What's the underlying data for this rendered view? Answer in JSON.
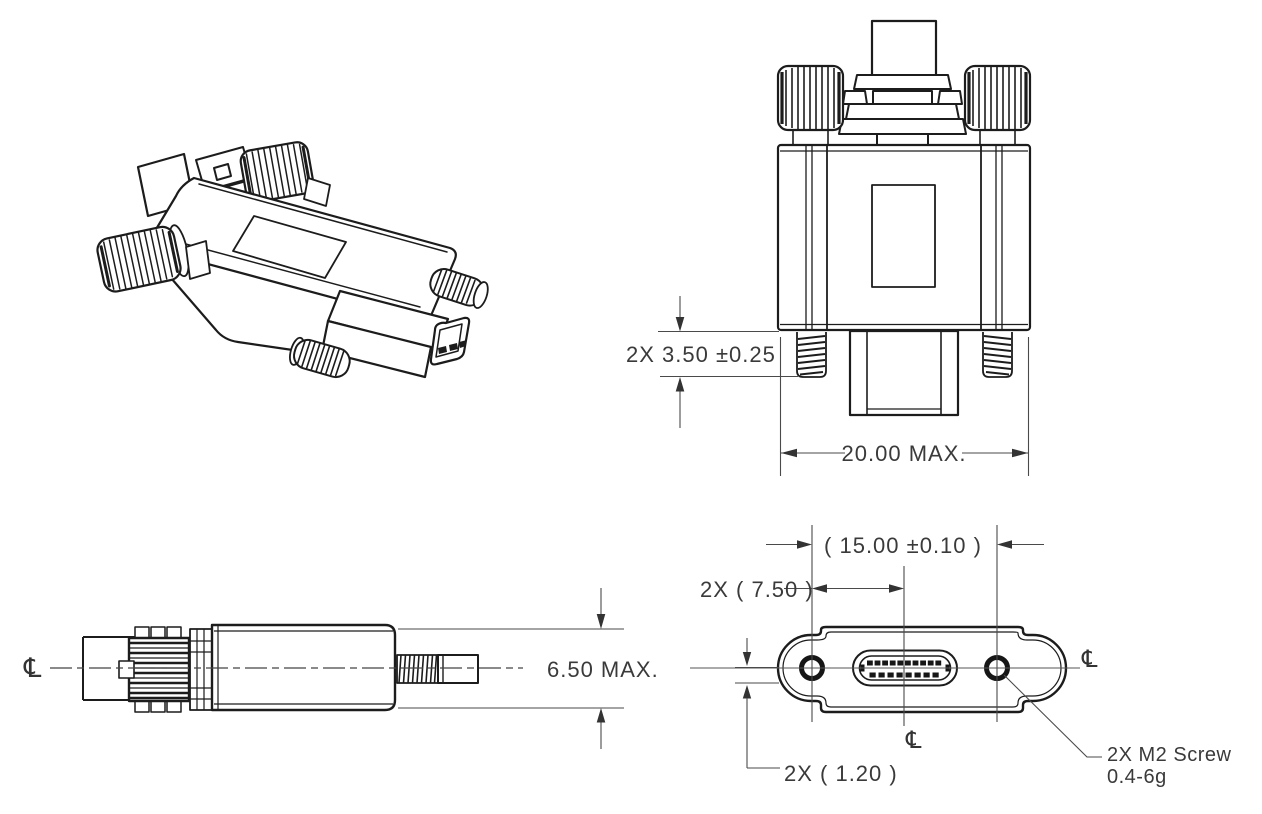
{
  "dims": {
    "screw_protrusion": "2X 3.50 ±0.25",
    "overall_width": "20.00 MAX.",
    "overall_height": "6.50 MAX.",
    "hole_spacing": "( 15.00 ±0.10 )",
    "hole_half_spacing": "2X ( 7.50 )",
    "hole_offset": "2X ( 1.20 )"
  },
  "notes": {
    "screw_line1": "2X M2 Screw",
    "screw_line2": "0.4-6g"
  },
  "symbols": {
    "centerline": "℄"
  },
  "colors": {
    "part_line": "#1c1c1c",
    "dimension_line": "#4a4a4a",
    "text": "#3a3a3a",
    "background": "#ffffff"
  }
}
